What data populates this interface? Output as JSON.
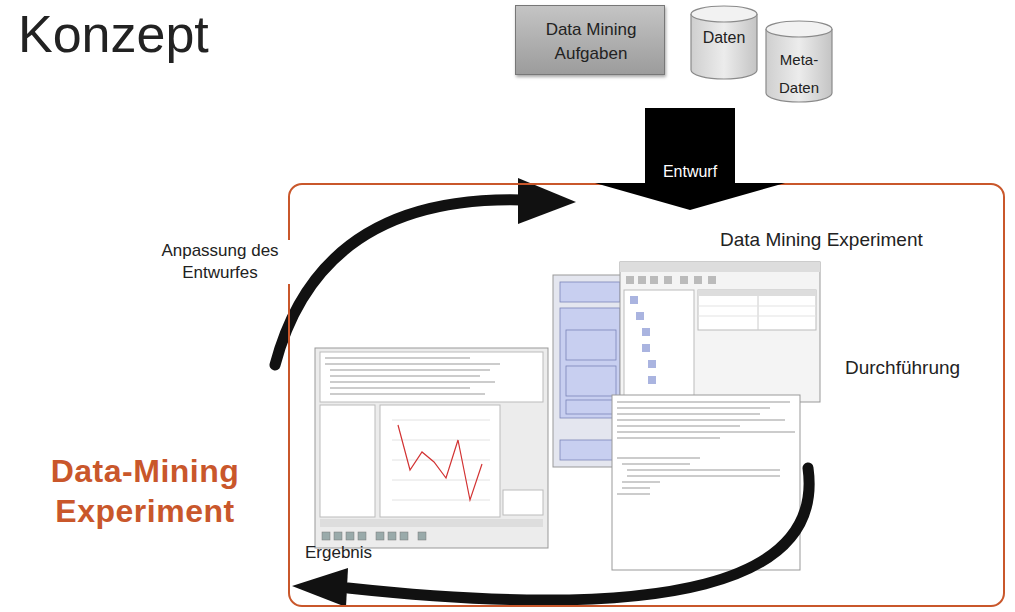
{
  "diagram": {
    "title": "Konzept",
    "nodes": [
      {
        "text": [
          "Data Mining Aufgaben"
        ]
      },
      {
        "text": [
          "Daten"
        ]
      },
      {
        "text": [
          "Meta- Daten"
        ]
      },
      {
        "text": [
          "Entwurf"
        ]
      },
      {
        "text": [
          "Data-Mining Experiment"
        ]
      }
    ],
    "labels": [
      "Anpassung des Entwurfes",
      "Data Mining Experiment",
      "Durchführung",
      "Ergebnis"
    ]
  }
}
